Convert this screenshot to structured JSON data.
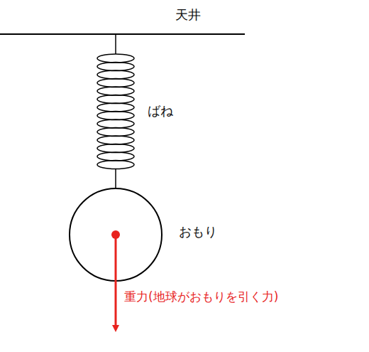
{
  "diagram": {
    "labels": [
      "天井",
      "ばね",
      "おもり",
      "重力(地球がおもりを引く力)"
    ]
  }
}
